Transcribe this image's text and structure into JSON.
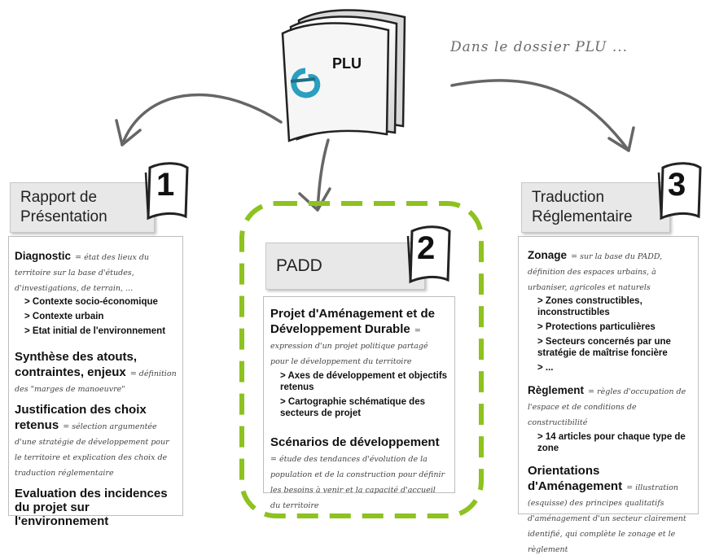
{
  "header": {
    "tagline": "Dans le dossier PLU ...",
    "doc_label": "PLU"
  },
  "col1": {
    "number": "1",
    "title": "Rapport de Présentation",
    "sections": [
      {
        "title": "Diagnostic",
        "def": "= état des lieux du territoire sur la base d'études, d'investigations, de terrain, ...",
        "items": [
          "> Contexte socio-économique",
          "> Contexte urbain",
          "> Etat initial de l'environnement"
        ]
      },
      {
        "title": "Synthèse des atouts, contraintes, enjeux",
        "def": "= définition des \"marges de manoeuvre\""
      },
      {
        "title": "Justification des choix retenus",
        "def": "= sélection argumentée d'une stratégie de développement pour le territoire et explication des choix de traduction réglementaire"
      },
      {
        "title": "Evaluation des incidences du projet sur l'environnement"
      }
    ]
  },
  "col2": {
    "number": "2",
    "title": "PADD",
    "sections": [
      {
        "title": "Projet d'Aménagement et de Développement Durable",
        "def": "= expression d'un projet politique partagé pour le développement du territoire",
        "items": [
          "> Axes de développement et objectifs retenus",
          "> Cartographie schématique des secteurs de projet"
        ]
      },
      {
        "title": "Scénarios de développement",
        "def": "= étude des tendances d'évolution de la population et de la construction pour définir les besoins à venir et la capacité d'accueil du territoire"
      }
    ]
  },
  "col3": {
    "number": "3",
    "title": "Traduction Réglementaire",
    "sections": [
      {
        "title": "Zonage",
        "def": "= sur la base du PADD, définition des espaces urbains, à urbaniser, agricoles et naturels",
        "items": [
          "> Zones constructibles, inconstructibles",
          "> Protections particulières",
          "> Secteurs concernés par une stratégie de maîtrise foncière",
          "> ..."
        ]
      },
      {
        "title": "Règlement",
        "def": "= règles d'occupation de l'espace et de conditions de constructibilité",
        "items": [
          "> 14 articles pour chaque type de zone"
        ]
      },
      {
        "title": "Orientations d'Aménagement",
        "def": "= illustration (esquisse) des principes qualitatifs d'aménagement d'un secteur clairement identifié, qui complète le zonage et le règlement"
      }
    ]
  },
  "colors": {
    "accent": "#8dc21f",
    "arrow": "#666666",
    "header_bg": "#e8e8e8",
    "border": "#bdbdbd",
    "clip": "#2a9fc0"
  }
}
